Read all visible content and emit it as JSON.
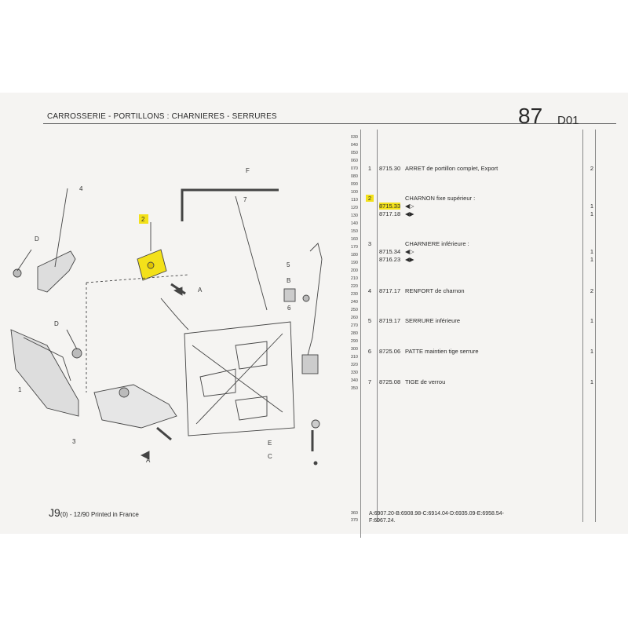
{
  "header": {
    "section_title": "CARROSSERIE - PORTILLONS : CHARNIERES - SERRURES",
    "page_number": "87",
    "page_code": "D01"
  },
  "diagram_labels": {
    "l4": "4",
    "l2": "2",
    "lD1": "D",
    "lA1": "A",
    "lD2": "D",
    "l1": "1",
    "l3": "3",
    "lA2": "A",
    "lF": "F",
    "l7": "7",
    "l5": "5",
    "lB": "B",
    "l6": "6",
    "lE": "E",
    "lC": "C"
  },
  "line_numbers": [
    "030",
    "040",
    "050",
    "060",
    "070",
    "080",
    "090",
    "100",
    "110",
    "120",
    "130",
    "140",
    "150",
    "160",
    "170",
    "180",
    "190",
    "200",
    "210",
    "220",
    "230",
    "240",
    "250",
    "260",
    "270",
    "280",
    "290",
    "300",
    "310",
    "320",
    "330",
    "340",
    "350"
  ],
  "parts": [
    {
      "idx": "1",
      "ref": "8715.30",
      "desc": "ARRET de portillon complet, Export",
      "qty": "2"
    },
    {
      "idx": "2",
      "ref": "",
      "desc": "CHARNON fixe supérieur :",
      "qty": ""
    },
    {
      "idx": "",
      "ref": "8715.33",
      "desc": "◀▷",
      "qty": "1"
    },
    {
      "idx": "",
      "ref": "8717.18",
      "desc": "◀▶",
      "qty": "1"
    },
    {
      "idx": "3",
      "ref": "",
      "desc": "CHARNIERE inférieure :",
      "qty": ""
    },
    {
      "idx": "",
      "ref": "8715.34",
      "desc": "◀▷",
      "qty": "1"
    },
    {
      "idx": "",
      "ref": "8716.23",
      "desc": "◀▶",
      "qty": "1"
    },
    {
      "idx": "4",
      "ref": "8717.17",
      "desc": "RENFORT de charnon",
      "qty": "2"
    },
    {
      "idx": "5",
      "ref": "8719.17",
      "desc": "SERRURE inférieure",
      "qty": "1"
    },
    {
      "idx": "6",
      "ref": "8725.06",
      "desc": "PATTE maintien tige serrure",
      "qty": "1"
    },
    {
      "idx": "7",
      "ref": "8725.08",
      "desc": "TIGE de verrou",
      "qty": "1"
    }
  ],
  "highlight_color": "#f3e11a",
  "footer": {
    "print_code": "J9",
    "print_sub": "(0)",
    "print_info": "- 12/90 Printed in France",
    "line_numbers": [
      "360",
      "370"
    ],
    "legend_line1": "A:6907.20-B:6908.98-C:6914.04-D:6935.09-E:6958.54-",
    "legend_line2": "F:6967.24."
  }
}
